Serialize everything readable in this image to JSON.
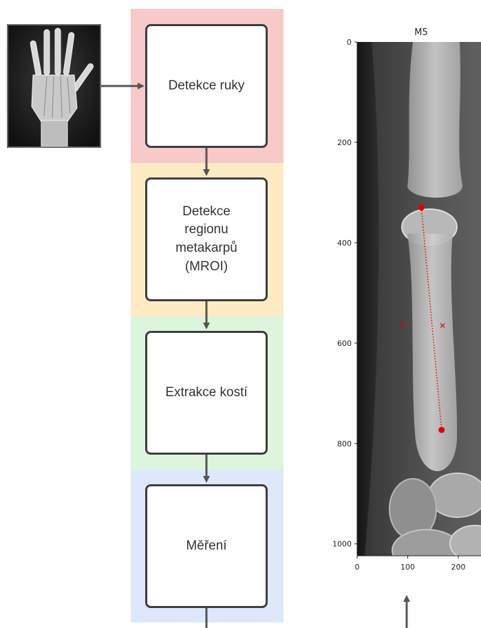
{
  "colors": {
    "band_detect_hand": "#f7c9c9",
    "band_mroi": "#fdebc4",
    "band_extract": "#ddf5dc",
    "band_measure": "#dde9fb",
    "arrow": "#555555",
    "marker": "#e00000"
  },
  "pipeline": {
    "steps": [
      {
        "label": "Detekce ruky"
      },
      {
        "label": "Detekce\nregionu\nmetakarpů\n(MROI)"
      },
      {
        "label": "Extrakce kostí"
      },
      {
        "label": "Měření"
      }
    ]
  },
  "input_image": {
    "icon": "hand-xray-thumbnail"
  },
  "xray_plot": {
    "title": "M5",
    "yticks": [
      "0",
      "200",
      "400",
      "600",
      "800",
      "1000"
    ],
    "xticks": [
      "0",
      "100",
      "200"
    ],
    "points": [
      {
        "x": 127,
        "y": 330
      },
      {
        "x": 167,
        "y": 773
      }
    ],
    "width_markers": [
      {
        "x": 91,
        "y": 565
      },
      {
        "x": 169,
        "y": 565
      }
    ]
  }
}
